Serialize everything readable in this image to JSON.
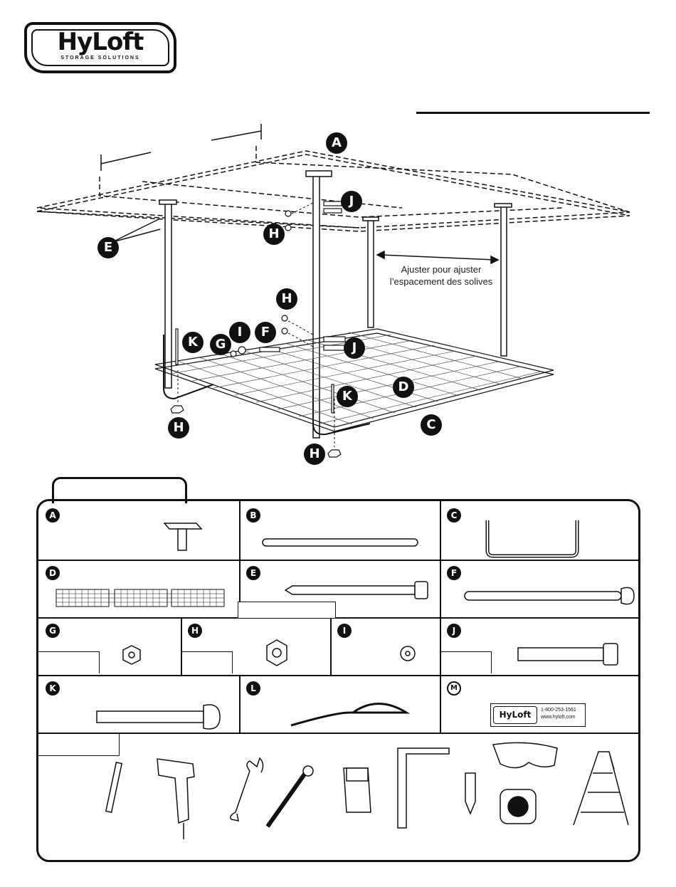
{
  "logo": {
    "name": "HyLoft",
    "subtitle": "STORAGE SOLUTIONS"
  },
  "diagram": {
    "callouts": [
      "A",
      "J",
      "H",
      "E",
      "H",
      "F",
      "J",
      "K",
      "G",
      "I",
      "D",
      "K",
      "C",
      "H",
      "H"
    ],
    "note_line1": "Ajuster pour ajuster",
    "note_line2": "l’espacement des solives"
  },
  "parts": [
    {
      "letter": "A"
    },
    {
      "letter": "B"
    },
    {
      "letter": "C"
    },
    {
      "letter": "D"
    },
    {
      "letter": "E"
    },
    {
      "letter": "F"
    },
    {
      "letter": "G"
    },
    {
      "letter": "H"
    },
    {
      "letter": "I"
    },
    {
      "letter": "J"
    },
    {
      "letter": "K"
    },
    {
      "letter": "L"
    },
    {
      "letter": "M"
    }
  ],
  "sticker": {
    "brand": "HyLoft",
    "phone": "1-800-253-1561",
    "web": "www.hyloft.com"
  }
}
